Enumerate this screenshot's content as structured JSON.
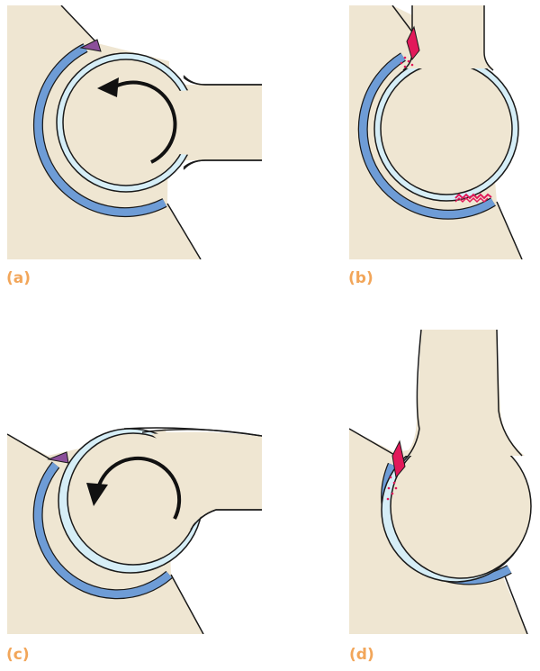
{
  "panels": [
    {
      "id": "a",
      "label": "(a)"
    },
    {
      "id": "b",
      "label": "(b)"
    },
    {
      "id": "c",
      "label": "(c)"
    },
    {
      "id": "d",
      "label": "(d)"
    }
  ],
  "colors": {
    "bone": "#EFE6D2",
    "cartilage_head": "#D6EEF7",
    "cartilage_socket": "#6E9CD6",
    "labrum": "#8B4F9A",
    "injury": "#E2195A",
    "label": "#F2A65A",
    "outline": "#1a1a1a"
  },
  "icons": {
    "rotation_arrow_a": "counterclockwise-arrow",
    "rotation_arrow_c": "counterclockwise-arrow"
  }
}
